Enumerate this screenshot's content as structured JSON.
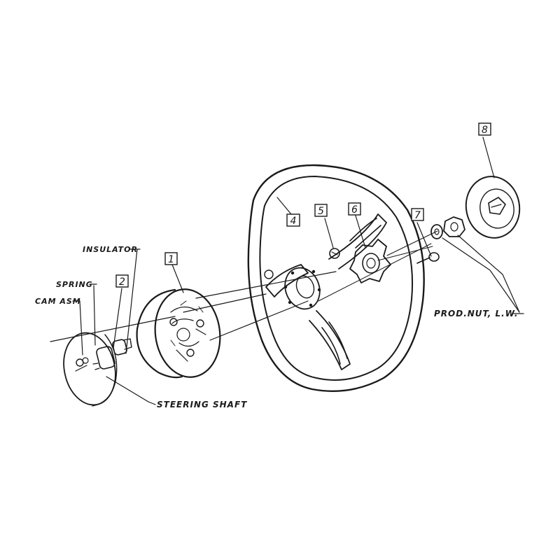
{
  "diagram": {
    "callouts": [
      "1",
      "2",
      "4",
      "5",
      "6",
      "7",
      "8"
    ],
    "labels": {
      "insulator": "INSULATOR",
      "spring": "SPRING",
      "cam_asm": "CAM ASM",
      "steering_shaft": "STEERING SHAFT",
      "prod_nut": "PROD.NUT, L.W."
    }
  }
}
